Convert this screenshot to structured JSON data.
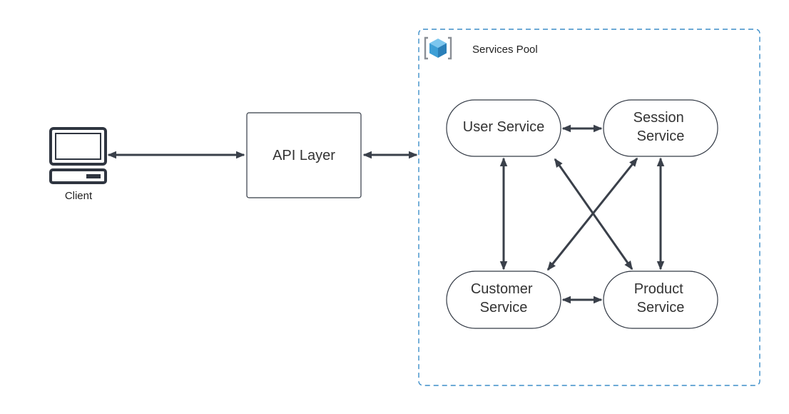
{
  "client": {
    "label": "Client",
    "icon": "computer-terminal-icon"
  },
  "api_layer": {
    "label": "API Layer"
  },
  "pool": {
    "title": "Services Pool",
    "icon": "cube-container-icon",
    "border_color": "#3d8ec9",
    "icon_color": "#3d9fd6"
  },
  "services": {
    "user": {
      "lines": [
        "User Service"
      ]
    },
    "session": {
      "lines": [
        "Session",
        "Service"
      ]
    },
    "customer": {
      "lines": [
        "Customer",
        "Service"
      ]
    },
    "product": {
      "lines": [
        "Product",
        "Service"
      ]
    }
  },
  "connections": [
    {
      "from": "client",
      "to": "api-layer",
      "type": "bidirectional"
    },
    {
      "from": "api-layer",
      "to": "services-pool",
      "type": "bidirectional"
    },
    {
      "from": "user-service",
      "to": "session-service",
      "type": "bidirectional"
    },
    {
      "from": "user-service",
      "to": "customer-service",
      "type": "bidirectional"
    },
    {
      "from": "user-service",
      "to": "product-service",
      "type": "bidirectional"
    },
    {
      "from": "session-service",
      "to": "customer-service",
      "type": "bidirectional"
    },
    {
      "from": "session-service",
      "to": "product-service",
      "type": "bidirectional"
    },
    {
      "from": "customer-service",
      "to": "product-service",
      "type": "bidirectional"
    }
  ],
  "colors": {
    "stroke": "#333a45",
    "arrow": "#3a404a",
    "text": "#333333"
  }
}
